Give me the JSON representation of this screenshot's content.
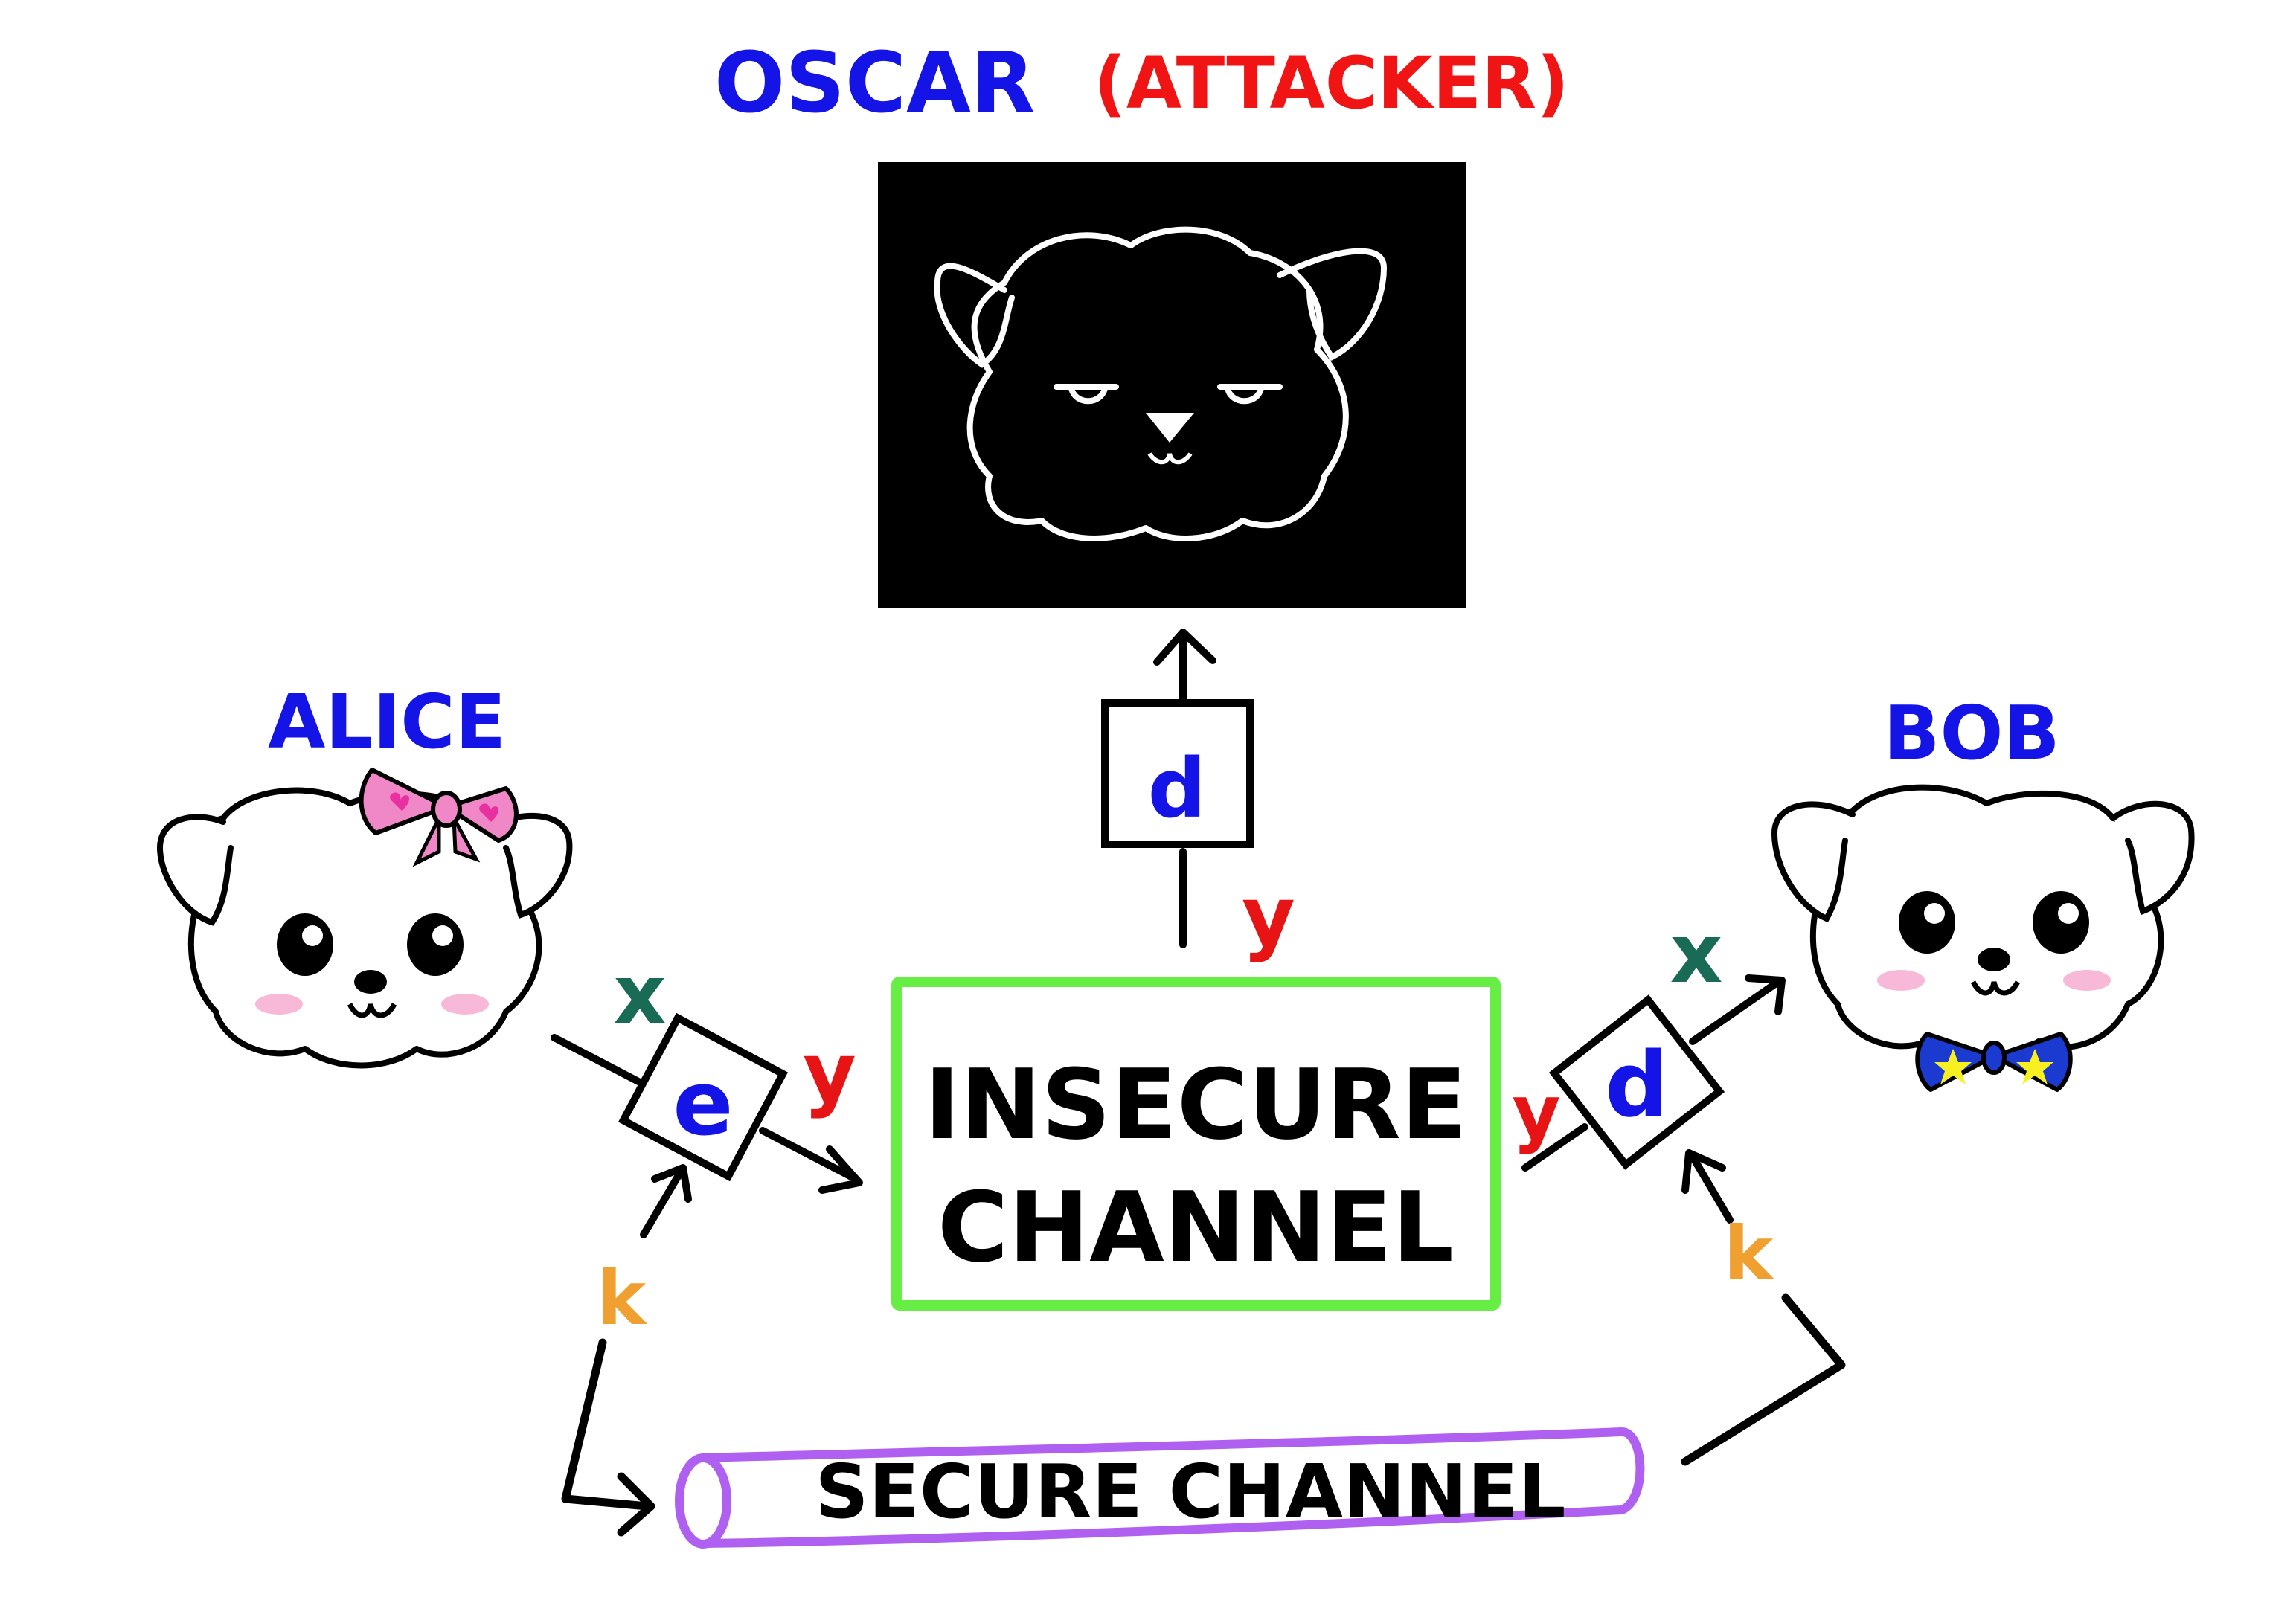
{
  "title": {
    "name": "OSCAR",
    "role": "(ATTACKER)"
  },
  "alice": {
    "label": "ALICE"
  },
  "bob": {
    "label": "BOB"
  },
  "insecure_channel": {
    "line1": "INSECURE",
    "line2": "CHANNEL"
  },
  "secure_channel": {
    "label": "SECURE CHANNEL"
  },
  "functions": {
    "encrypt": "e",
    "decrypt_bob": "d",
    "decrypt_oscar": "d"
  },
  "variables": {
    "plaintext_alice": "x",
    "plaintext_bob": "x",
    "ciphertext_alice": "y",
    "ciphertext_bob": "y",
    "ciphertext_oscar": "y",
    "key_alice": "k",
    "key_bob": "k"
  },
  "colors": {
    "name_blue": "#1414e6",
    "attacker_red": "#f01414",
    "x_green": "#1a6b55",
    "y_red": "#e61414",
    "k_orange": "#f0a030",
    "insecure_green": "#66ee44",
    "secure_purple": "#b060f0",
    "bow_pink": "#f088c8",
    "tie_blue": "#1a3ad0",
    "star_yellow": "#f8f020",
    "blush_pink": "#f8b8d8"
  }
}
